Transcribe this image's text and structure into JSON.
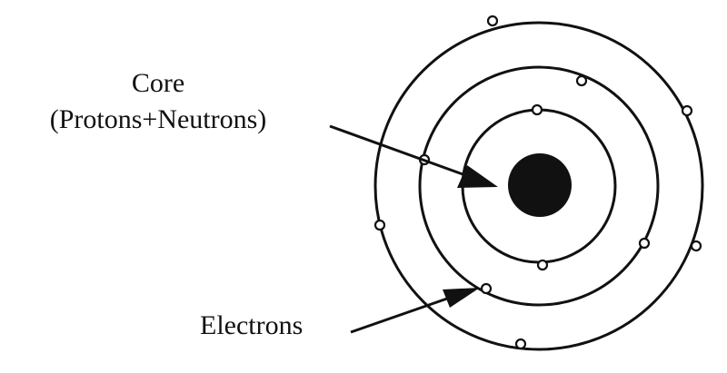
{
  "labels": {
    "core_title": "Core",
    "core_subtitle": "(Protons+Neutrons)",
    "electrons": "Electrons"
  },
  "colors": {
    "ink": "#111111",
    "background": "#ffffff"
  }
}
